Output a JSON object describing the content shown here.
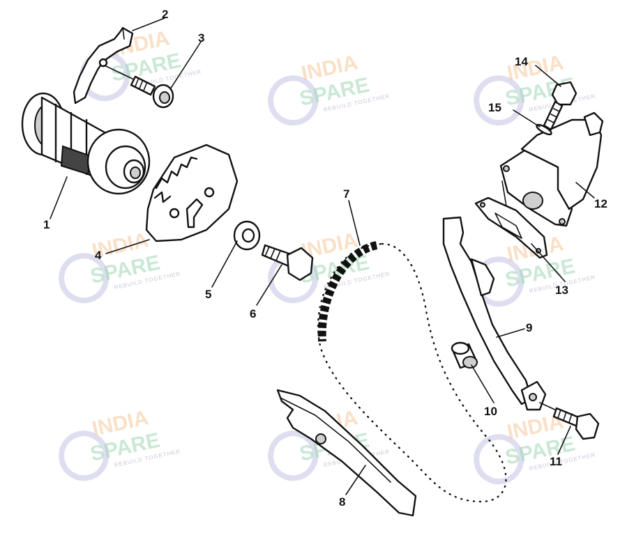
{
  "watermark": {
    "line1": "INDIA",
    "line2": "SPARE",
    "tagline": "REBUILD TOGETHER"
  },
  "callouts": [
    {
      "id": "callout-1",
      "label": "1"
    },
    {
      "id": "callout-2",
      "label": "2"
    },
    {
      "id": "callout-3",
      "label": "3"
    },
    {
      "id": "callout-4",
      "label": "4"
    },
    {
      "id": "callout-5",
      "label": "5"
    },
    {
      "id": "callout-6",
      "label": "6"
    },
    {
      "id": "callout-7",
      "label": "7"
    },
    {
      "id": "callout-8",
      "label": "8"
    },
    {
      "id": "callout-9",
      "label": "9"
    },
    {
      "id": "callout-10",
      "label": "10"
    },
    {
      "id": "callout-11",
      "label": "11"
    },
    {
      "id": "callout-12",
      "label": "12"
    },
    {
      "id": "callout-13",
      "label": "13"
    },
    {
      "id": "callout-14",
      "label": "14"
    },
    {
      "id": "callout-15",
      "label": "15"
    }
  ]
}
